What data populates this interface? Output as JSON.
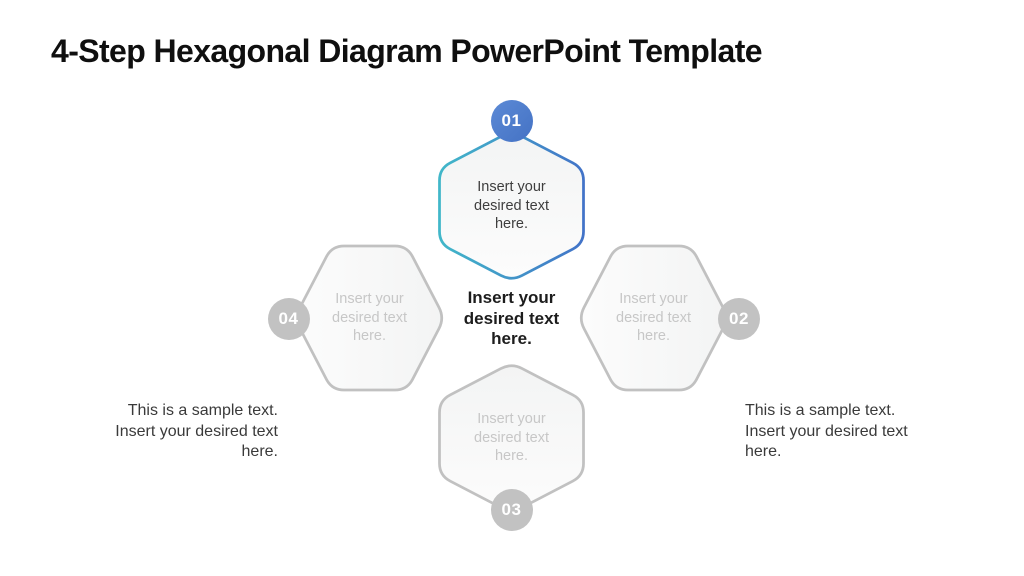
{
  "slide": {
    "title": "4-Step Hexagonal Diagram PowerPoint Template",
    "background": "#ffffff"
  },
  "steps": [
    {
      "number": "01",
      "label": "Insert your desired text here.",
      "state": "highlighted",
      "position": "top"
    },
    {
      "number": "02",
      "label": "Insert your desired text here.",
      "state": "default",
      "position": "right"
    },
    {
      "number": "03",
      "label": "Insert your desired text here.",
      "state": "default",
      "position": "bottom"
    },
    {
      "number": "04",
      "label": "Insert your desired text here.",
      "state": "default",
      "position": "left"
    }
  ],
  "center_text": "Insert your desired text here.",
  "notes": {
    "left": "This is a sample text. Insert your desired text here.",
    "right": "This is a sample text. Insert your desired text here."
  },
  "colors": {
    "accent_blue_badge": "#4b7ac9",
    "hex_gradient_teal": "#41b7c9",
    "hex_gradient_blue": "#4273c8",
    "inactive_gray_badge": "#c2c2c2",
    "inactive_border_gray": "#c1c1c1",
    "placeholder_text_dark": "#3e3e3e",
    "placeholder_text_gray": "#c7c7c7",
    "title_black": "#0f0f0f"
  }
}
